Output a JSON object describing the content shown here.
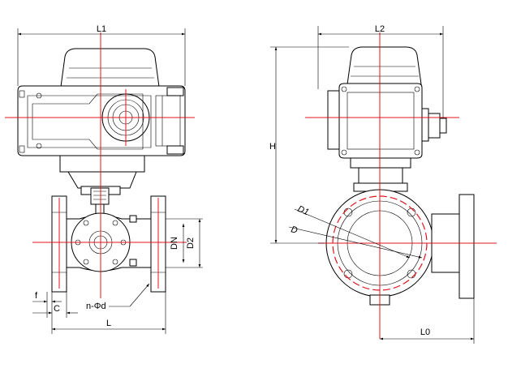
{
  "dimensions": {
    "L1": "L1",
    "L2": "L2",
    "H": "H",
    "DN": "DN",
    "D2": "D2",
    "D1": "D1",
    "D": "D",
    "L": "L",
    "L0": "L0",
    "f": "f",
    "C": "C",
    "bolts": "n-Φd"
  },
  "colors": {
    "outline": "#000000",
    "centerline": "#e0141e"
  }
}
